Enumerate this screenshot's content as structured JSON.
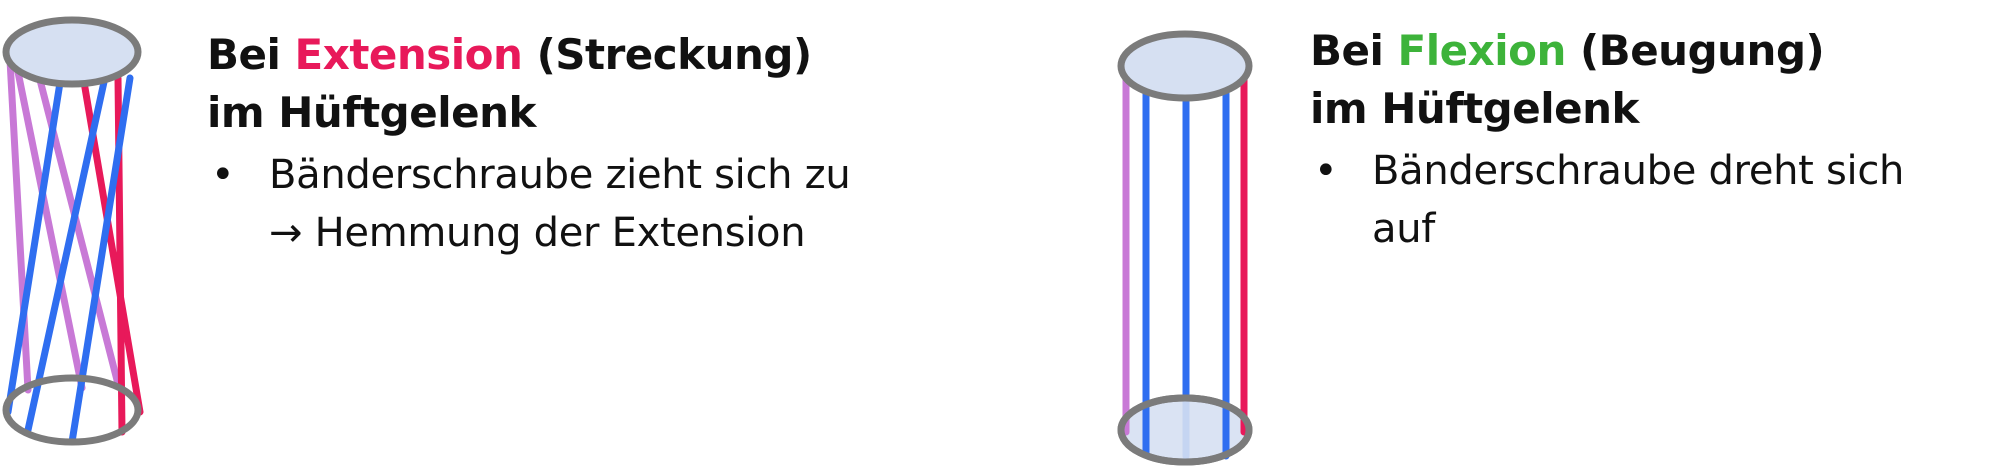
{
  "colors": {
    "outline": "#7b7b7b",
    "ellipse_fill": "#d6e0f2",
    "violet_band": "#c879d6",
    "blue_band": "#2f6ef0",
    "red_band": "#e8195a",
    "extension_accent": "#e8195a",
    "flexion_accent": "#3db33a",
    "text": "#111111"
  },
  "left_panel": {
    "heading_prefix": "Bei",
    "heading_highlight": "Extension",
    "heading_suffix": "(Streckung)",
    "heading_line2": "im Hüftgelenk",
    "bullet_symbol": "•",
    "bullet_line1": "Bänderschraube zieht sich zu",
    "bullet_line2": "→ Hemmung der Extension"
  },
  "right_panel": {
    "heading_prefix": "Bei",
    "heading_highlight": "Flexion",
    "heading_suffix": "(Beugung)",
    "heading_line2": "im Hüftgelenk",
    "bullet_symbol": "•",
    "bullet_line1": "Bänderschraube dreht sich",
    "bullet_line2": "auf"
  },
  "figures": {
    "left_icon": "twisted-ligament-cylinder-icon",
    "right_icon": "straight-ligament-cylinder-icon"
  }
}
